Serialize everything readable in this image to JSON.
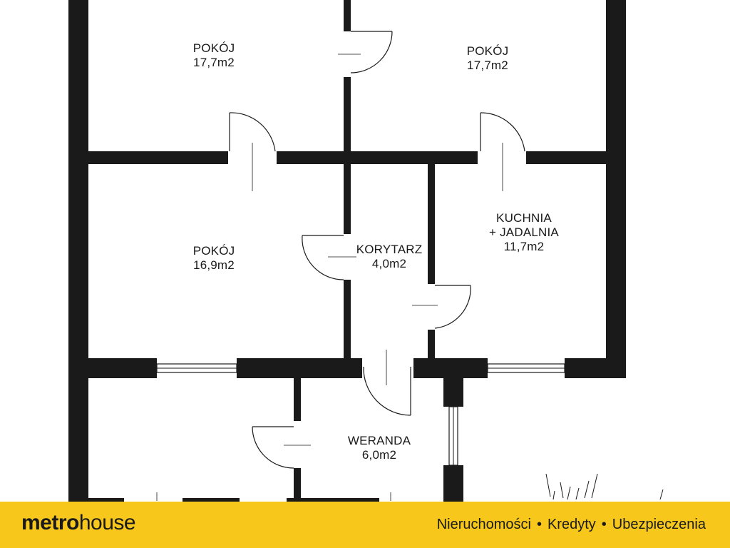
{
  "floor_plan": {
    "rooms": [
      {
        "id": "pokoj-top-left",
        "name": "POKÓJ",
        "area": "17,7m2"
      },
      {
        "id": "pokoj-top-right",
        "name": "POKÓJ",
        "area": "17,7m2"
      },
      {
        "id": "pokoj-middle-left",
        "name": "POKÓJ",
        "area": "16,9m2"
      },
      {
        "id": "korytarz",
        "name": "KORYTARZ",
        "area": "4,0m2"
      },
      {
        "id": "kuchnia",
        "name_line1": "KUCHNIA",
        "name_line2": "+ JADALNIA",
        "area": "11,7m2"
      },
      {
        "id": "weranda",
        "name": "WERANDA",
        "area": "6,0m2"
      }
    ],
    "wall_color": "#1a1a1a"
  },
  "footer": {
    "brand_bold": "metro",
    "brand_light": "house",
    "tagline": {
      "item1": "Nieruchomości",
      "item2": "Kredyty",
      "item3": "Ubezpieczenia",
      "separator": "•"
    },
    "background_color": "#f7c81b"
  }
}
